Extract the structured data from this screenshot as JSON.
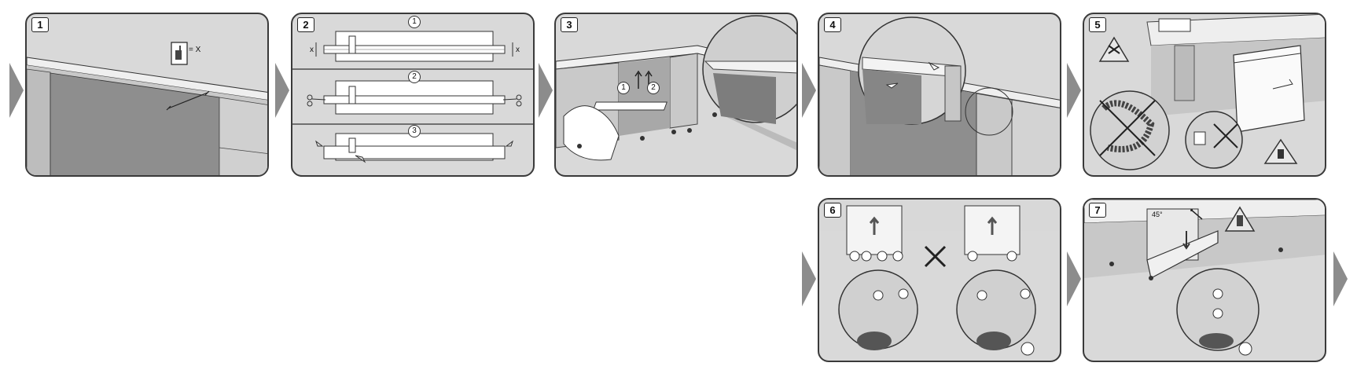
{
  "steps": [
    {
      "number": "1",
      "labels": {
        "measure": "= X"
      }
    },
    {
      "number": "2",
      "labels": {
        "sub1": "1",
        "sub2": "2",
        "sub3": "3",
        "x_left": "x",
        "x_right": "x"
      }
    },
    {
      "number": "3",
      "labels": {
        "sub1": "1",
        "sub2": "2"
      }
    },
    {
      "number": "4"
    },
    {
      "number": "5"
    },
    {
      "number": "6"
    },
    {
      "number": "7",
      "labels": {
        "angle": "45°"
      }
    }
  ],
  "colors": {
    "panel_bg": "#d9d9d9",
    "border": "#3a3a3a",
    "chevron": "#8c8c8c",
    "warning": "#e8e8e8"
  }
}
